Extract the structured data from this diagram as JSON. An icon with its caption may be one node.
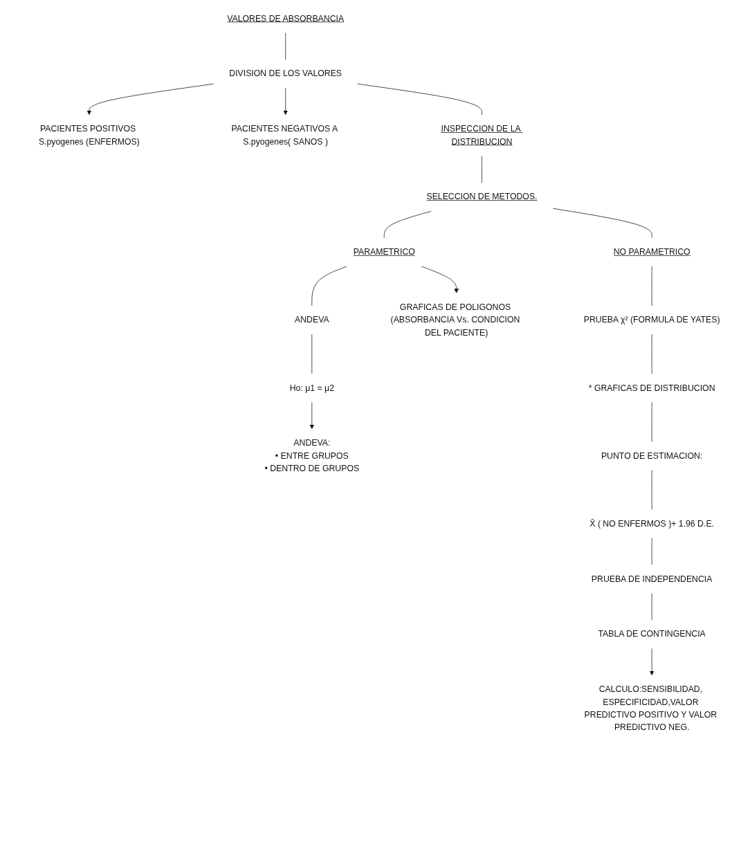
{
  "diagram": {
    "nodes": [
      {
        "text": [
          "VALORES DE ABSORBANCIA"
        ]
      },
      {
        "text": [
          "DIVISION DE LOS VALORES"
        ]
      },
      {
        "text": [
          "PACIENTES POSITIVOS S.pyogenes (ENFERMOS)"
        ]
      },
      {
        "text": [
          "PACIENTES NEGATIVOS A S.pyogenes( SANOS )"
        ]
      },
      {
        "text": [
          "INSPECCION DE LA DISTRIBUCION"
        ]
      },
      {
        "text": [
          "SELECCION DE METODOS."
        ]
      },
      {
        "text": [
          "PARAMETRICO"
        ]
      },
      {
        "text": [
          "NO PARAMETRICO"
        ]
      },
      {
        "text": [
          "ANDEVA"
        ]
      },
      {
        "text": [
          "GRAFICAS DE POLIGONOS (ABSORBANCIA Vs. CONDICION DEL PACIENTE)"
        ]
      },
      {
        "text": [
          "Ho: μ1 = μ2"
        ]
      },
      {
        "text": [
          "ANDEVA:",
          "• ENTRE GRUPOS",
          "• DENTRO DE GRUPOS"
        ]
      },
      {
        "text": [
          "PRUEBA χ² (FORMULA DE YATES)"
        ]
      },
      {
        "text": [
          "* GRAFICAS DE DISTRIBUCION"
        ]
      },
      {
        "text": [
          "PUNTO DE ESTIMACION:"
        ]
      },
      {
        "text": [
          "X̄ ( NO ENFERMOS )+ 1.96 D.E."
        ]
      },
      {
        "text": [
          "PRUEBA DE INDEPENDENCIA"
        ]
      },
      {
        "text": [
          "TABLA DE CONTINGENCIA"
        ]
      },
      {
        "text": [
          "CALCULO:SENSIBILIDAD, ESPECIFICIDAD,VALOR PREDICTIVO POSITIVO Y VALOR PREDICTIVO NEG."
        ]
      }
    ],
    "edges": [
      {
        "from": 0,
        "to": 1,
        "arrow": "none"
      },
      {
        "from": 1,
        "to": 2,
        "arrow": "to"
      },
      {
        "from": 1,
        "to": 3,
        "arrow": "to"
      },
      {
        "from": 1,
        "to": 4,
        "arrow": "none"
      },
      {
        "from": 4,
        "to": 5,
        "arrow": "none"
      },
      {
        "from": 5,
        "to": 6,
        "arrow": "none"
      },
      {
        "from": 5,
        "to": 7,
        "arrow": "none"
      },
      {
        "from": 6,
        "to": 8,
        "arrow": "none"
      },
      {
        "from": 6,
        "to": 9,
        "arrow": "to"
      },
      {
        "from": 8,
        "to": 10,
        "arrow": "none"
      },
      {
        "from": 10,
        "to": 11,
        "arrow": "to"
      },
      {
        "from": 7,
        "to": 12,
        "arrow": "none"
      },
      {
        "from": 12,
        "to": 13,
        "arrow": "none"
      },
      {
        "from": 13,
        "to": 14,
        "arrow": "none"
      },
      {
        "from": 14,
        "to": 15,
        "arrow": "none"
      },
      {
        "from": 15,
        "to": 16,
        "arrow": "none"
      },
      {
        "from": 16,
        "to": 17,
        "arrow": "none"
      },
      {
        "from": 17,
        "to": 18,
        "arrow": "to"
      }
    ]
  }
}
